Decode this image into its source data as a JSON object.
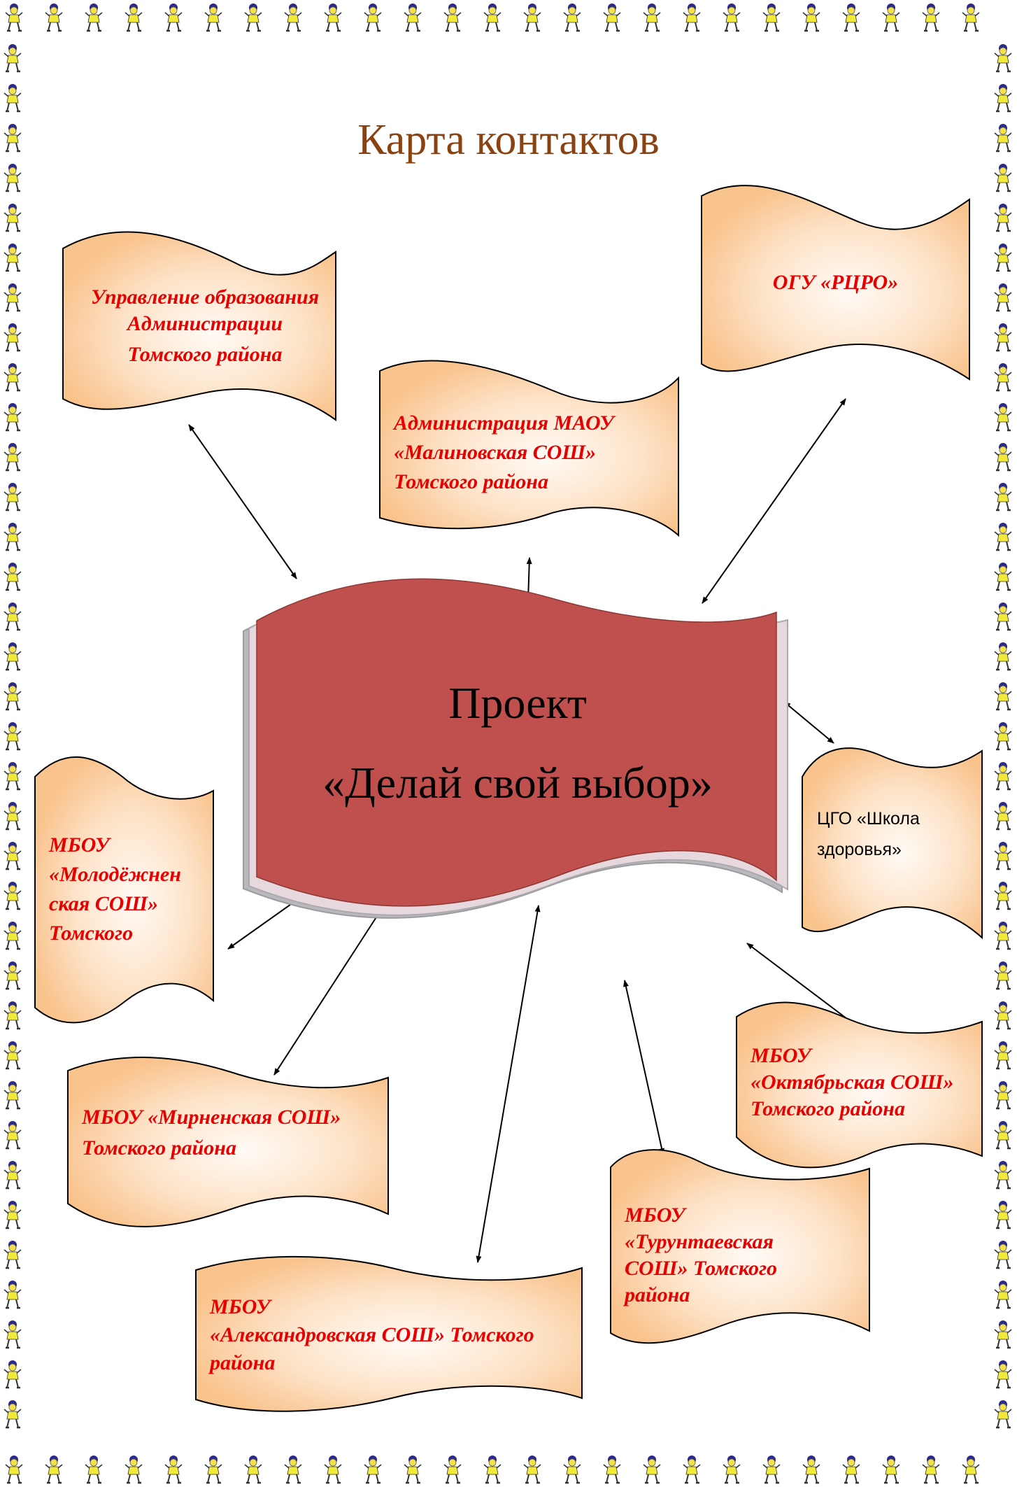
{
  "title": "Карта контактов",
  "center": {
    "line1": "Проект",
    "line2": "«Делай свой выбор»"
  },
  "nodes": {
    "upravlenie": [
      "Управление образования",
      "Администрации",
      "Томского района"
    ],
    "ogu": "ОГУ «РЦРО»",
    "malinovka": [
      "Администрация МАОУ",
      "«Малиновская СОШ»",
      "Томского района"
    ],
    "cgo": [
      "ЦГО «Школа",
      "здоровья»"
    ],
    "molodezh": [
      "МБОУ",
      "«Молодёжнен",
      "ская СОШ»",
      "Томского"
    ],
    "oktyabr": [
      "МБОУ",
      "«Октябрьская СОШ»",
      "Томского района"
    ],
    "mirnen": [
      "МБОУ «Мирненская СОШ»",
      "Томского района"
    ],
    "turuntaev": [
      "МБОУ",
      "«Турунтаевская",
      "СОШ» Томского",
      "района"
    ],
    "aleksandr": [
      "МБОУ",
      "«Александровская СОШ» Томского",
      "района"
    ]
  },
  "colors": {
    "banner_fill": "#fbcfa2",
    "banner_light": "#fff6ee",
    "center_fill": "#c0504d",
    "node_text": "#e60000",
    "title": "#8a4211"
  },
  "border_icon": "child-figure-icon"
}
